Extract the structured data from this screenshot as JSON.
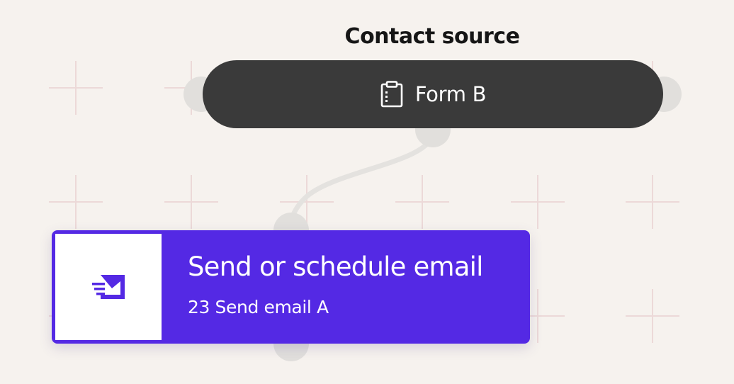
{
  "section": {
    "title": "Contact source"
  },
  "source_node": {
    "icon": "clipboard-icon",
    "label": "Form B",
    "background": "#3a3a3a"
  },
  "action_node": {
    "icon": "send-email-icon",
    "title": "Send or schedule email",
    "subtitle": "23 Send email A",
    "accent": "#5429e4"
  },
  "canvas": {
    "background": "#f6f2ee",
    "grid_mark_color": "#ecd9d8",
    "port_color": "#e1dfdc",
    "connector_color": "#e4e2df"
  }
}
